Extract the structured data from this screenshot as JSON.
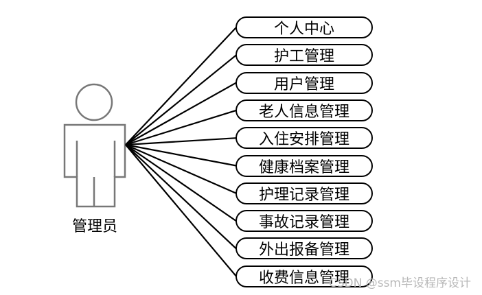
{
  "actor": {
    "label": "管理员",
    "icon": "user-figure-icon"
  },
  "use_cases": [
    "个人中心",
    "护工管理",
    "用户管理",
    "老人信息管理",
    "入住安排管理",
    "健康档案管理",
    "护理记录管理",
    "事故记录管理",
    "外出报备管理",
    "收费信息管理"
  ],
  "watermark": "CSDN @ssm毕设程序设计",
  "colors": {
    "line": "#000000",
    "watermark": "#b8b8b8"
  }
}
